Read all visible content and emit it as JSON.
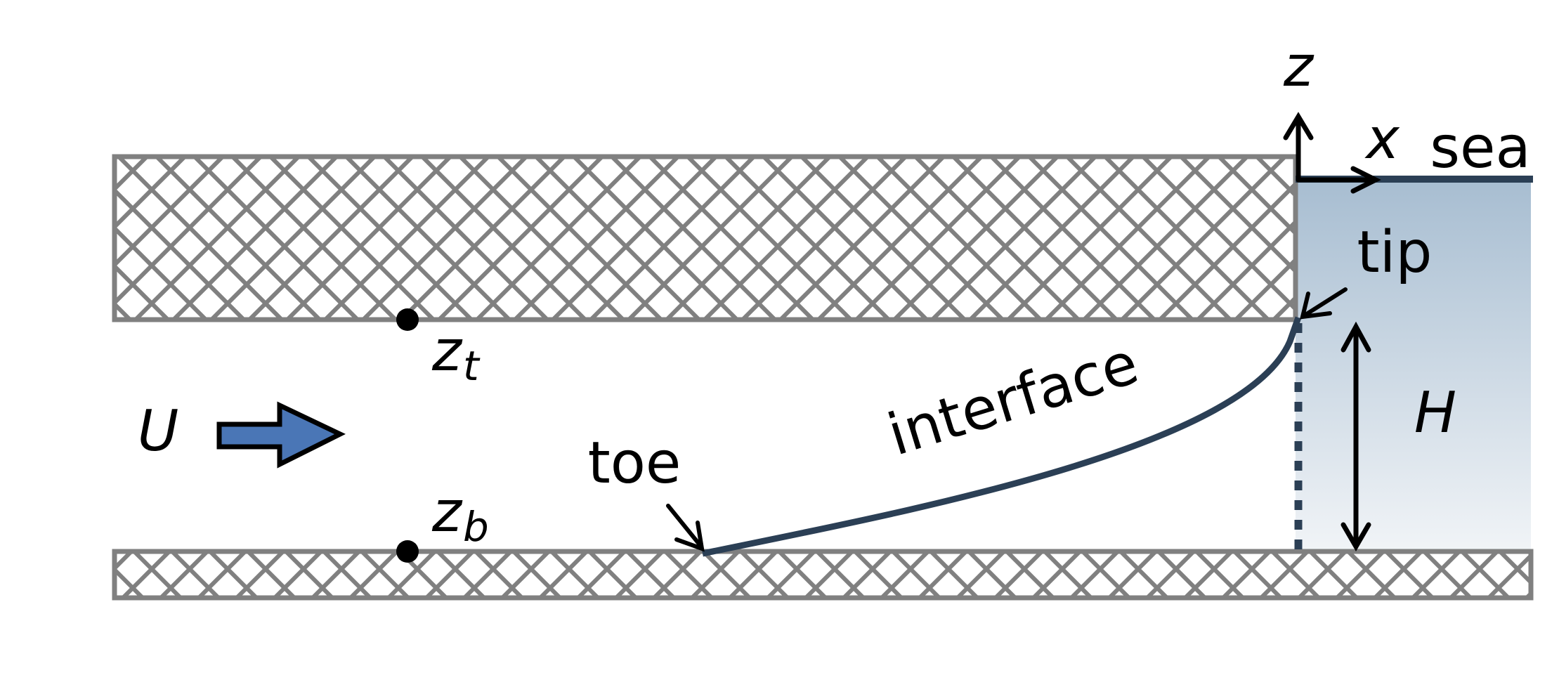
{
  "labels": {
    "z_axis": "z",
    "x_axis": "x",
    "sea": "sea",
    "tip": "tip",
    "H": "H",
    "U": "U",
    "z_top": "z",
    "z_top_sub": "t",
    "z_bottom": "z",
    "z_bottom_sub": "b",
    "toe": "toe",
    "interface": "interface"
  },
  "colors": {
    "hatch": "#808080",
    "interface": "#2b3f55",
    "sea_top": "#a7bdd1",
    "sea_bottom": "#f1f4f7",
    "flow_arrow": "#4a76b6",
    "ink": "#000000"
  }
}
